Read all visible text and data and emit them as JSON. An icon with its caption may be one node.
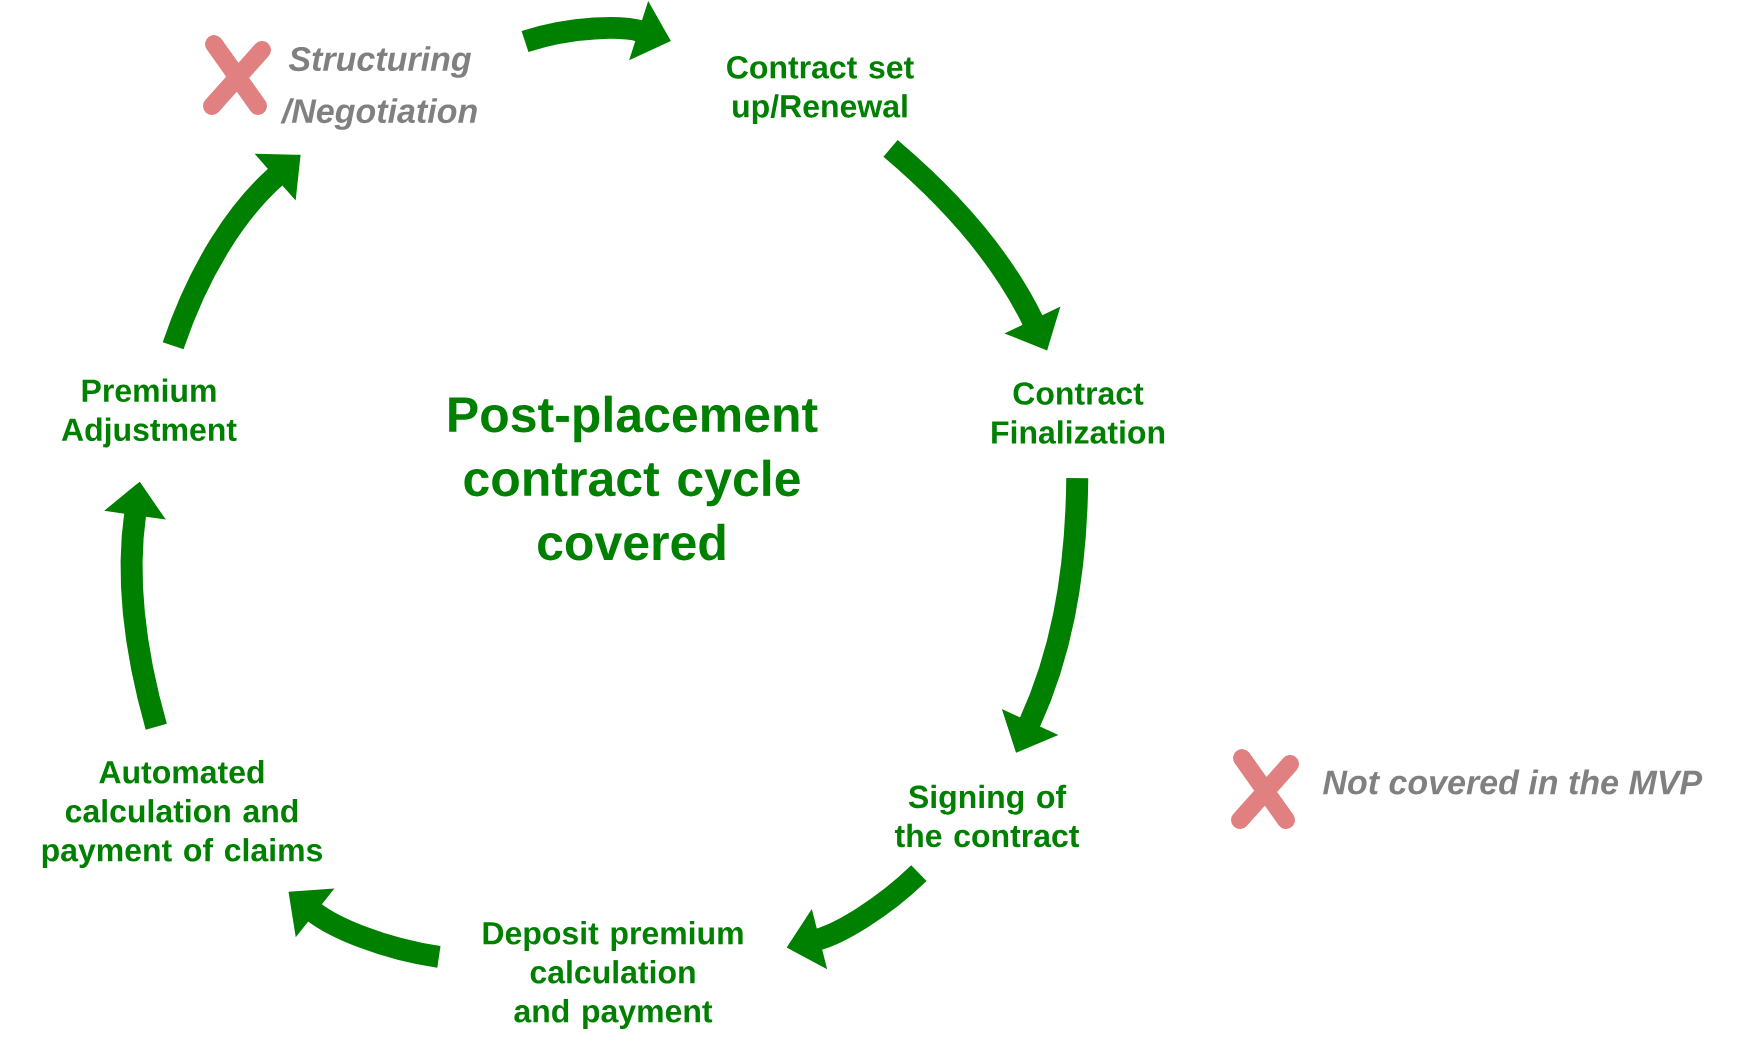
{
  "diagram": {
    "title": "Post-placement contract cycle covered",
    "nodes": [
      {
        "text": [
          "Structuring /Negotiation"
        ]
      },
      {
        "text": [
          "Contract set up/Renewal"
        ]
      },
      {
        "text": [
          "Contract Finalization"
        ]
      },
      {
        "text": [
          "Signing of the contract"
        ]
      },
      {
        "text": [
          "Deposit premium calculation and payment"
        ]
      },
      {
        "text": [
          "Automated calculation and payment of claims"
        ]
      },
      {
        "text": [
          "Premium Adjustment"
        ]
      }
    ],
    "edges": [
      {
        "from": 0,
        "to": 1,
        "arrow": "to"
      },
      {
        "from": 1,
        "to": 2,
        "arrow": "to"
      },
      {
        "from": 2,
        "to": 3,
        "arrow": "to"
      },
      {
        "from": 3,
        "to": 4,
        "arrow": "to"
      },
      {
        "from": 4,
        "to": 5,
        "arrow": "to"
      },
      {
        "from": 5,
        "to": 6,
        "arrow": "to"
      },
      {
        "from": 6,
        "to": 0,
        "arrow": "to"
      }
    ],
    "legend": [
      {
        "text": "Not covered in the MVP"
      }
    ]
  }
}
